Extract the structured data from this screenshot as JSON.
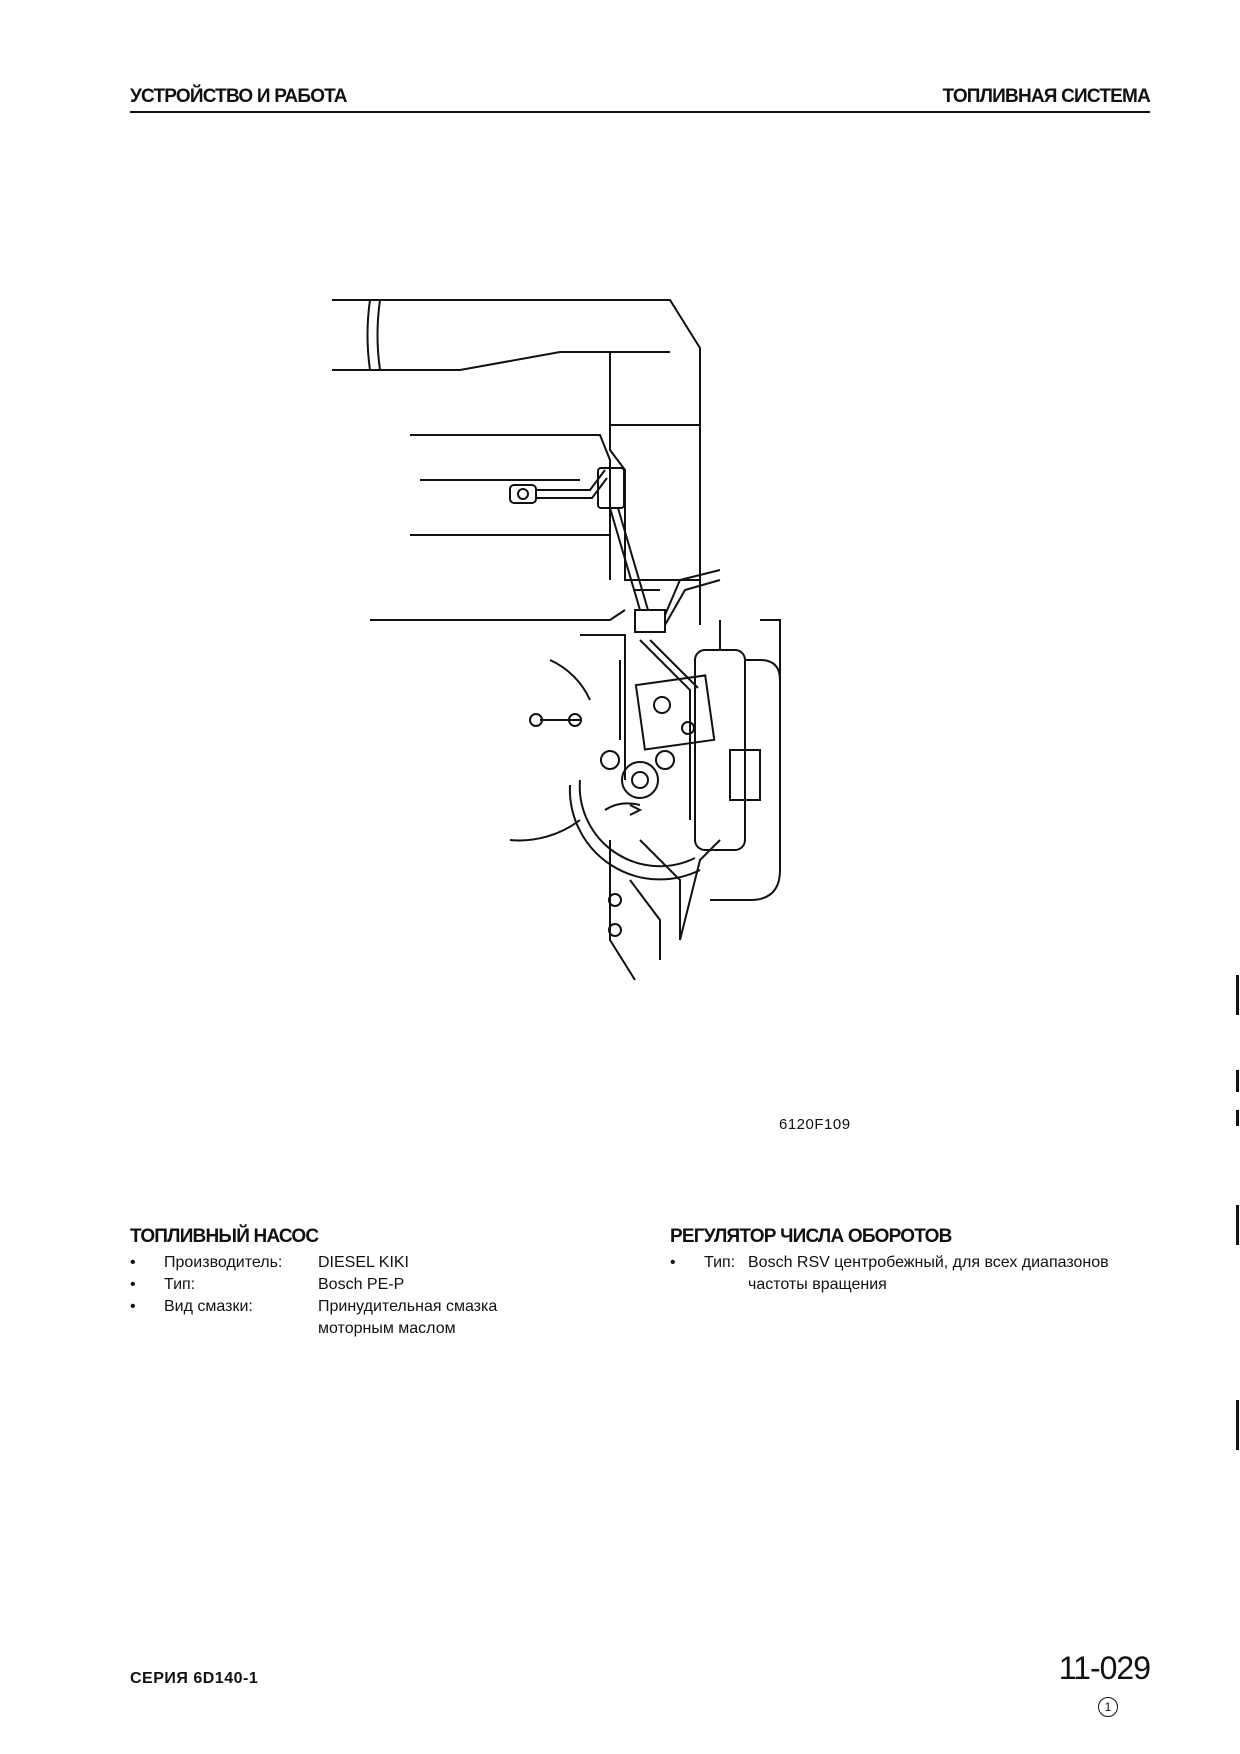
{
  "header": {
    "left": "УСТРОЙСТВО И РАБОТА",
    "right": "ТОПЛИВНАЯ СИСТЕМА"
  },
  "figure": {
    "code": "6120F109"
  },
  "fuel_pump": {
    "title": "ТОПЛИВНЫЙ НАСОС",
    "items": [
      {
        "label": "Производитель:",
        "value": "DIESEL KIKI"
      },
      {
        "label": "Тип:",
        "value": "Bosch PE-P"
      },
      {
        "label": "Вид смазки:",
        "value": "Принудительная смазка моторным маслом"
      }
    ]
  },
  "governor": {
    "title": "РЕГУЛЯТОР ЧИСЛА ОБОРОТОВ",
    "items": [
      {
        "label": "Тип:",
        "value": "Bosch RSV центробежный, для всех диапазонов частоты вращения"
      }
    ]
  },
  "footer": {
    "series": "СЕРИЯ 6D140-1",
    "page": "11-029",
    "revision": "1"
  }
}
